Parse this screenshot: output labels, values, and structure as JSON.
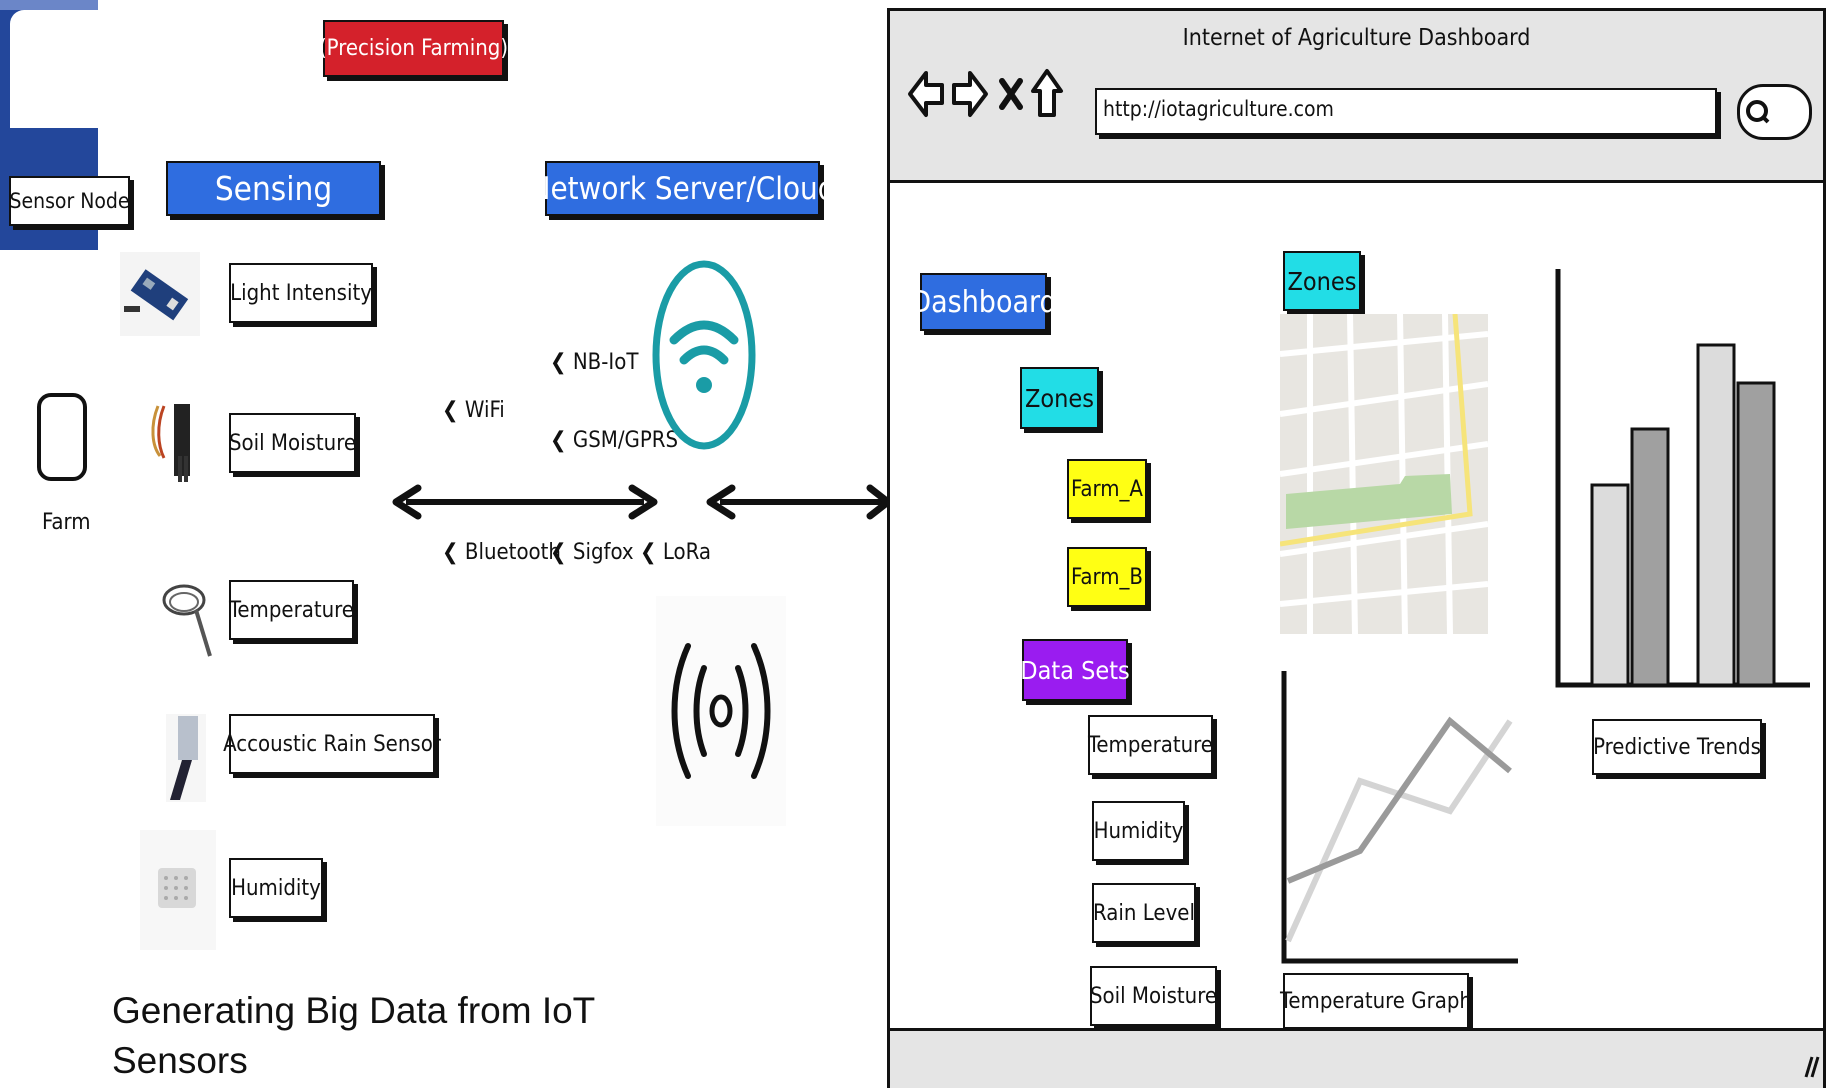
{
  "top_label": "(Precision Farming)",
  "sensor_node_label": "Sensor Node",
  "sensing_header": "Sensing",
  "network_header": "Network Server/Cloud",
  "farm_label": "Farm",
  "sensors": [
    "Light Intensity",
    "Soil Moisture",
    "Temperature",
    "Accoustic Rain Sensor",
    "Humidity"
  ],
  "protocols": {
    "wifi": "WiFi",
    "nbiot": "NB-IoT",
    "gsm": "GSM/GPRS",
    "bluetooth": "Bluetooth",
    "sigfox": "Sigfox",
    "lora": "LoRa"
  },
  "caption_line1": "Generating Big Data from IoT",
  "caption_line2": "Sensors",
  "browser": {
    "title": "Internet of Agriculture Dashboard",
    "url": "http://iotagriculture.com",
    "dashboard_label": "Dashboard",
    "zones_label": "Zones",
    "map_zones_label": "Zones",
    "farms": [
      "Farm_A",
      "Farm_B"
    ],
    "datasets_label": "Data Sets",
    "datasets": [
      "Temperature",
      "Humidity",
      "Rain Level",
      "Soil Moisture"
    ],
    "temp_graph_label": "Temperature Graph",
    "predictive_label": "Predictive Trends"
  },
  "colors": {
    "blue": "#2f6de0",
    "red": "#d4212b",
    "cyan": "#22dde6",
    "yellow": "#ffff14",
    "purple": "#9a1cf0",
    "teal": "#1a9ca6"
  }
}
